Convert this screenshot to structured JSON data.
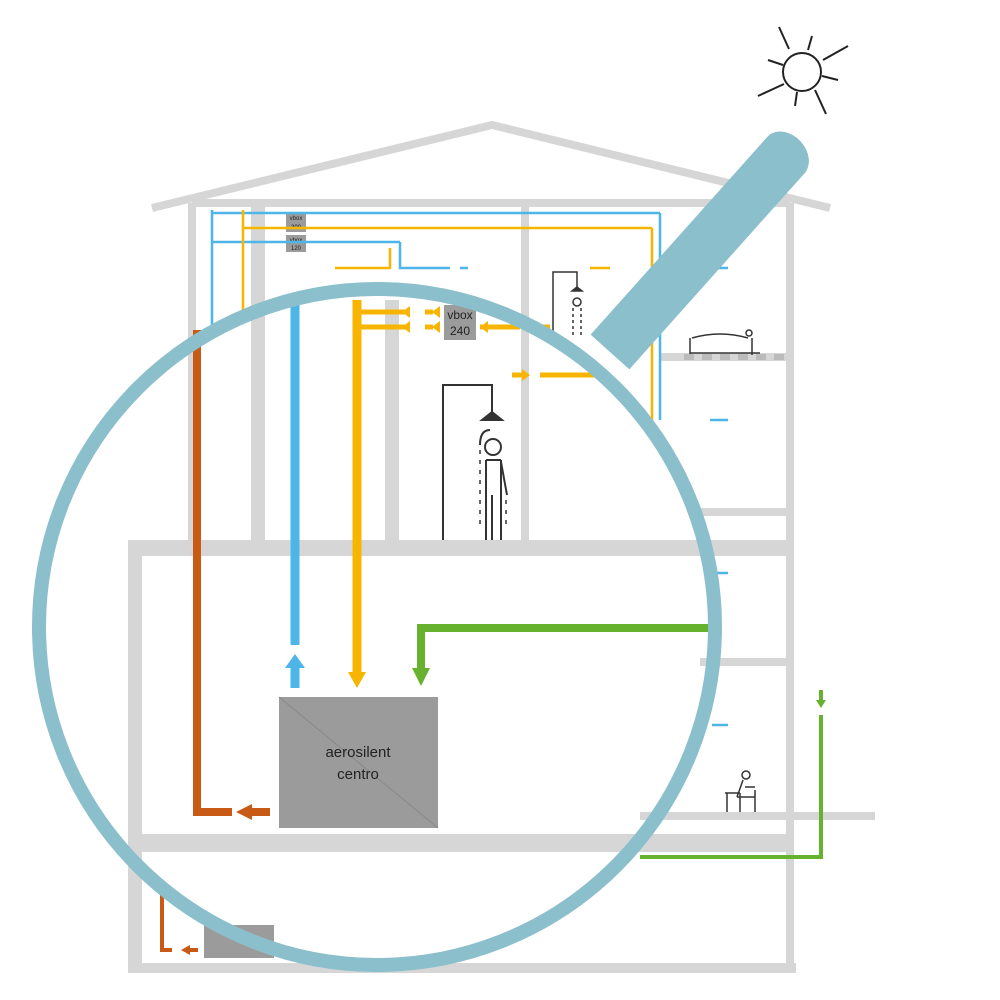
{
  "diagram": {
    "unit_main": {
      "line1": "aerosilent",
      "line2": "centro"
    },
    "vbox_large": {
      "line1": "vbox",
      "line2": "240"
    },
    "vbox_small_1": {
      "line1": "vbox",
      "line2": "300"
    },
    "vbox_small_2": {
      "line1": "vbox",
      "line2": "120"
    }
  },
  "colors": {
    "wall": "#d6d6d6",
    "supply_air": "#4db5e8",
    "extract_air": "#f7b500",
    "outdoor_air": "#66b22e",
    "exhaust_air": "#c85a15",
    "unit": "#9b9b9b",
    "magnifier": "#8abfcb",
    "figure": "#333333"
  },
  "icons": [
    "sun-icon",
    "shower-person-icon",
    "bed-icon",
    "seated-person-icon",
    "magnifier-icon"
  ]
}
